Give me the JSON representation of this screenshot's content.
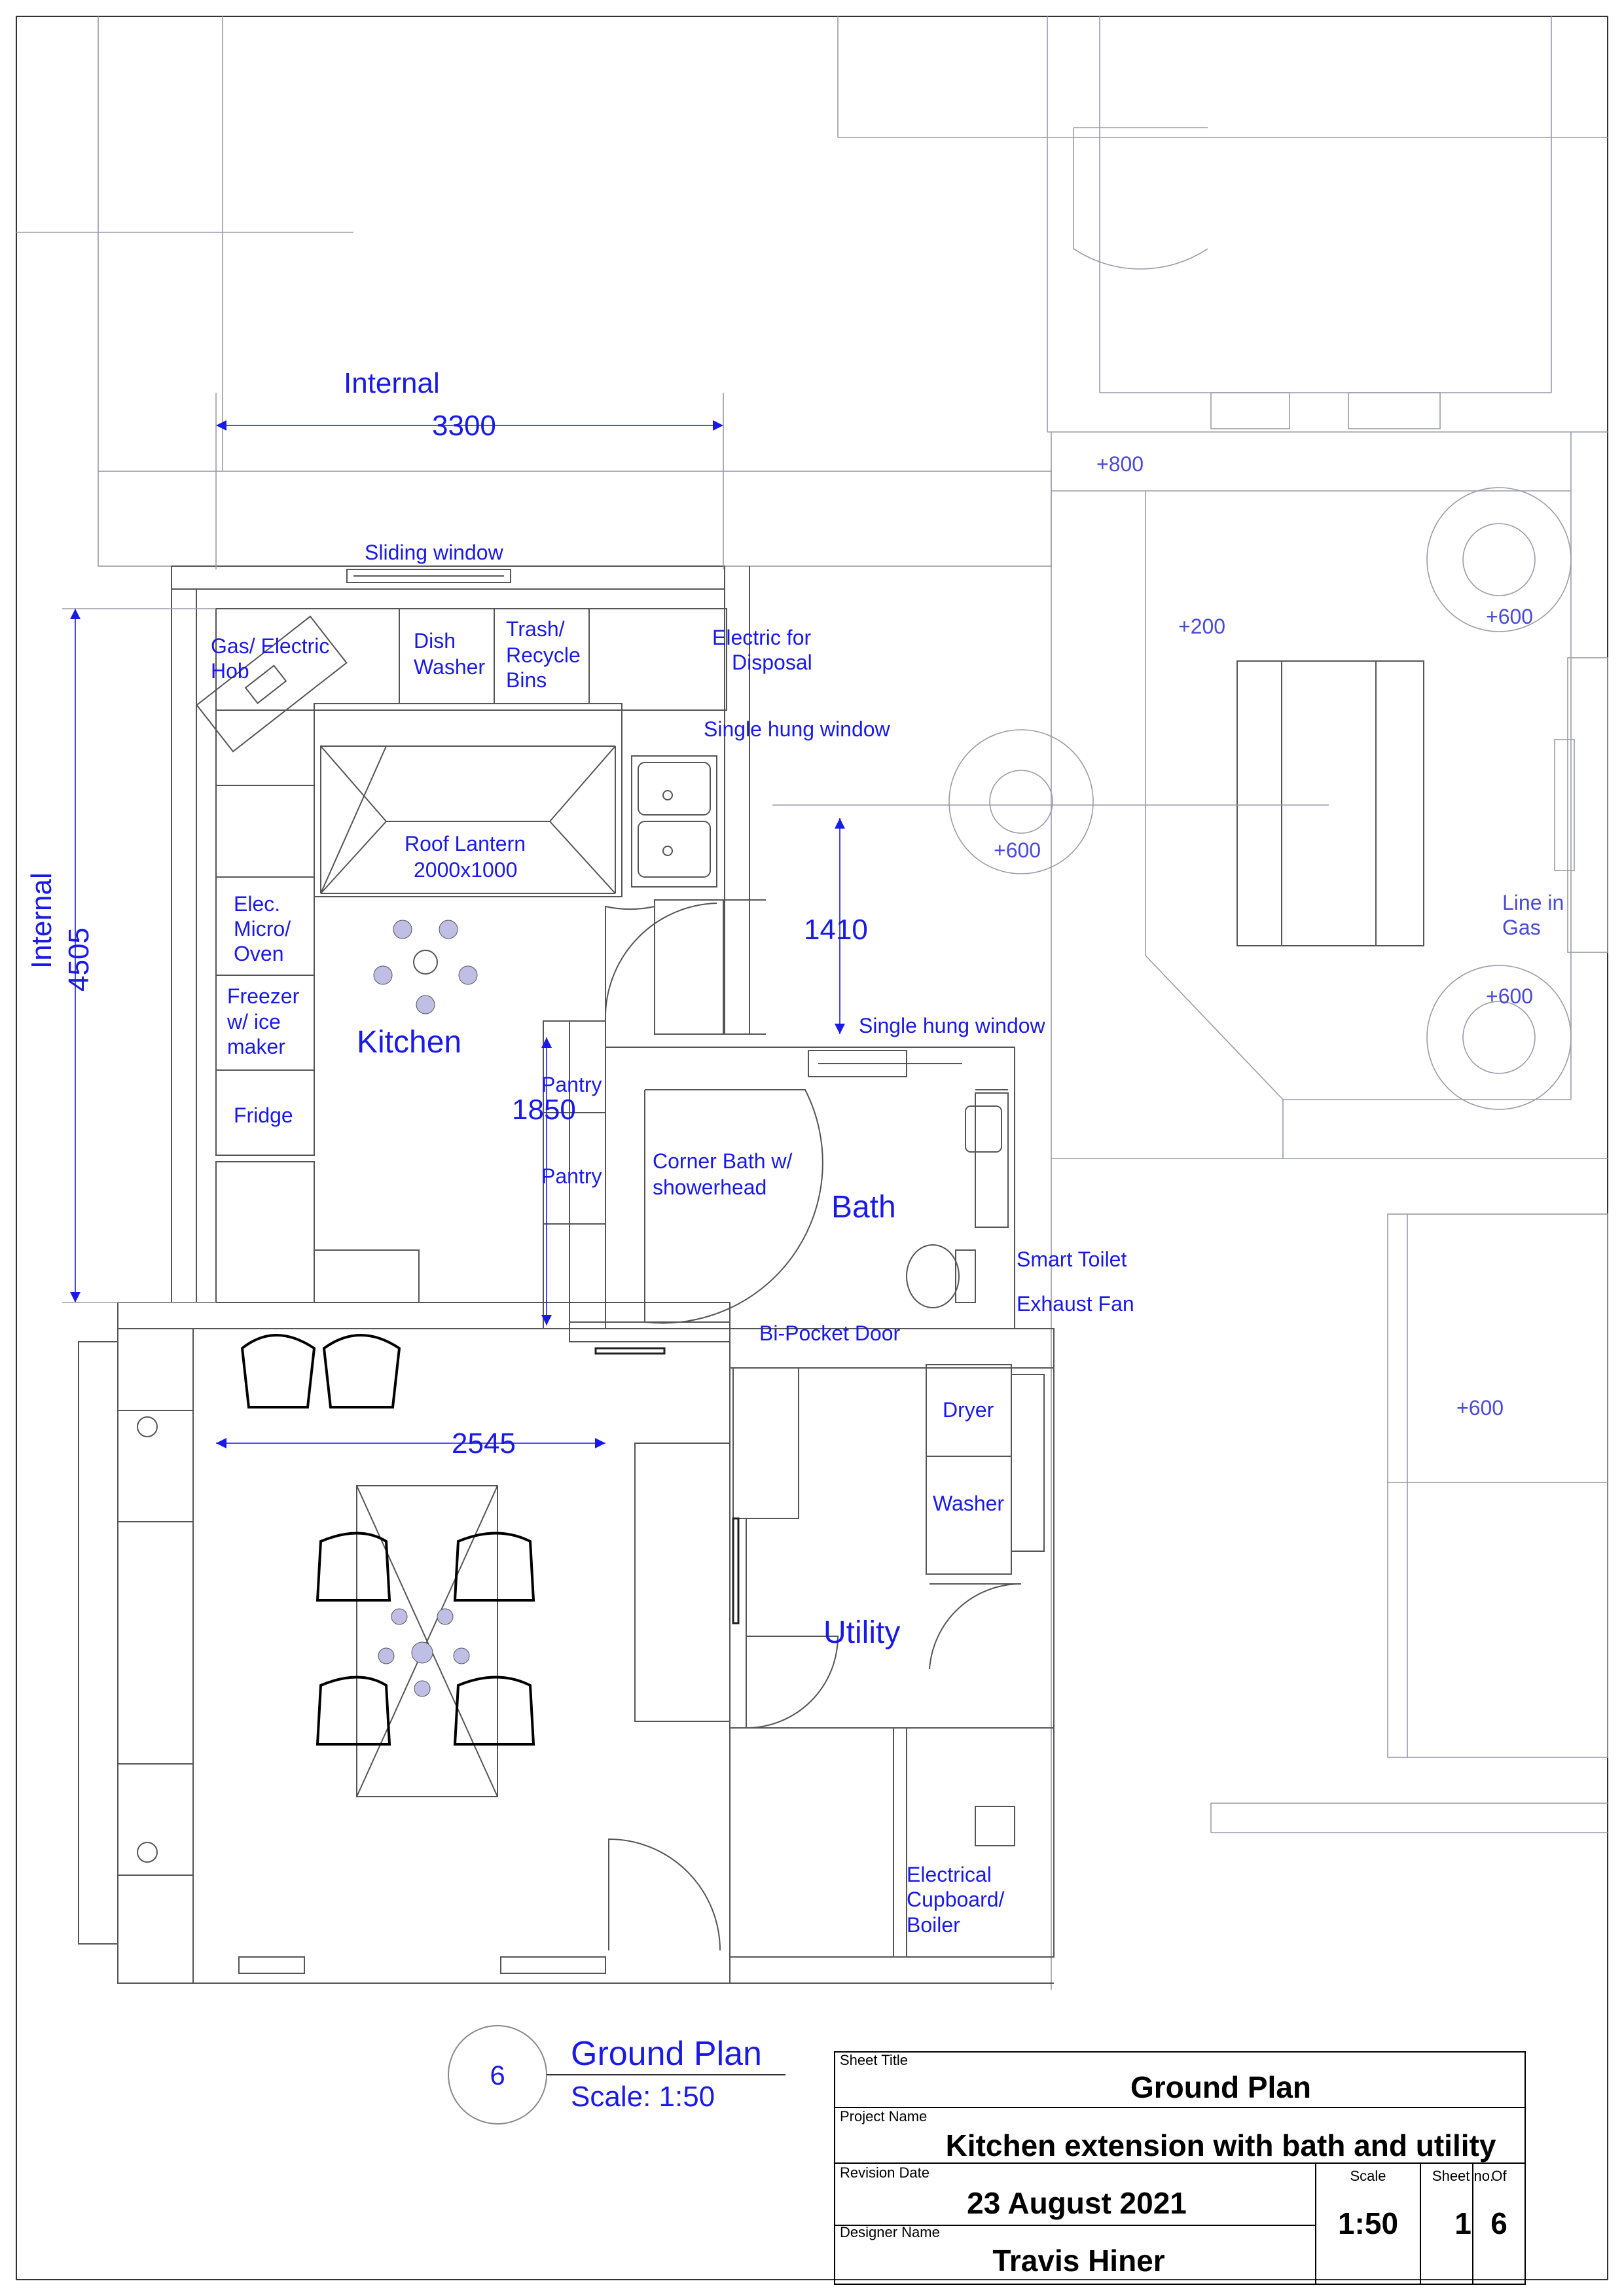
{
  "view_marker": {
    "number": "6",
    "title": "Ground Plan",
    "scale": "Scale: 1:50"
  },
  "dimensions": {
    "width_caption": "Internal",
    "width_value": "3300",
    "height_caption": "Internal",
    "height_value": "4505",
    "window_gap": "1410",
    "pantry_height": "1850",
    "dining_width": "2545"
  },
  "rooms": {
    "kitchen": "Kitchen",
    "bath": "Bath",
    "utility": "Utility"
  },
  "labels": {
    "sliding_window": "Sliding window",
    "hob_1": "Gas/ Electric",
    "hob_2": "Hob",
    "dish_1": "Dish",
    "dish_2": "Washer",
    "trash_1": "Trash/",
    "trash_2": "Recycle",
    "trash_3": "Bins",
    "electric_disposal_1": "Electric for",
    "electric_disposal_2": "Disposal",
    "single_hung_window_1": "Single hung window",
    "roof_lantern_1": "Roof Lantern",
    "roof_lantern_2": "2000x1000",
    "elec_micro_1": "Elec.",
    "elec_micro_2": "Micro/",
    "elec_micro_3": "Oven",
    "freezer_1": "Freezer",
    "freezer_2": "w/ ice",
    "freezer_3": "maker",
    "fridge": "Fridge",
    "single_hung_window_2": "Single hung window",
    "pantry_1": "Pantry",
    "pantry_2": "Pantry",
    "corner_bath_1": "Corner Bath w/",
    "corner_bath_2": "showerhead",
    "smart_toilet": "Smart Toilet",
    "exhaust_fan": "Exhaust Fan",
    "bi_pocket_door": "Bi-Pocket Door",
    "dryer": "Dryer",
    "washer": "Washer",
    "electrical_1": "Electrical",
    "electrical_2": "Cupboard/",
    "electrical_3": "Boiler",
    "line_in_gas_1": "Line in",
    "line_in_gas_2": "Gas"
  },
  "levels": {
    "l800": "+800",
    "l200": "+200",
    "l600_a": "+600",
    "l600_b": "+600",
    "l600_c": "+600",
    "l600_d": "+600"
  },
  "title_block": {
    "sheet_title_label": "Sheet Title",
    "sheet_title": "Ground Plan",
    "project_name_label": "Project Name",
    "project_name": "Kitchen extension with bath and utility",
    "revision_date_label": "Revision Date",
    "revision_date": "23 August 2021",
    "designer_name_label": "Designer Name",
    "designer_name": "Travis Hiner",
    "scale_label": "Scale",
    "scale": "1:50",
    "sheet_no_label": "Sheet no.",
    "sheet_no": "1",
    "of_label": "Of",
    "of": "6"
  },
  "colors": {
    "annotation": "#1a1ae6",
    "level_text": "#4a4ad8",
    "line": "#555555",
    "light_line": "#9a9aaa"
  }
}
